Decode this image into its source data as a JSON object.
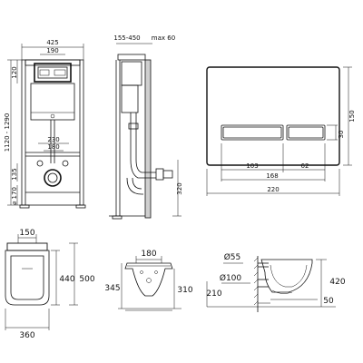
{
  "frame_front": {
    "width_425": "425",
    "width_190": "190",
    "h_120": "120",
    "height_range": "1120 - 1290",
    "w_230": "230",
    "w_180": "180",
    "h_135": "135",
    "d_170": "⌀ 170"
  },
  "frame_side": {
    "depth_range": "155-450",
    "max_60": "max 60",
    "h_320": "320"
  },
  "flush_plate": {
    "h_150": "150",
    "h_30": "30",
    "w_103": "103",
    "w_62": "62",
    "w_168": "168",
    "w_220": "220"
  },
  "bowl_top": {
    "w_150": "150",
    "d_440": "440",
    "d_500": "500",
    "w_360": "360"
  },
  "bowl_front": {
    "w_180": "180",
    "h_345": "345",
    "h_310": "310"
  },
  "bowl_side": {
    "d_55": "Ø55",
    "d_100": "Ø100",
    "h_210": "210",
    "h_420": "420",
    "w_50": "50"
  }
}
